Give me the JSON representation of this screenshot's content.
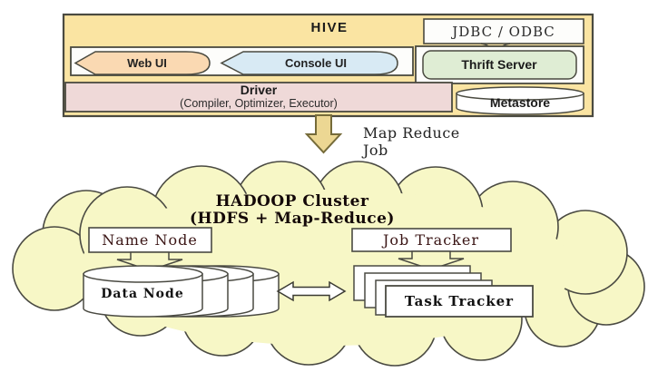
{
  "diagram": {
    "hive": {
      "title": "HIVE",
      "jdbc_odbc": "JDBC / ODBC",
      "web_ui": "Web UI",
      "console_ui": "Console UI",
      "thrift_server": "Thrift Server",
      "driver": "Driver",
      "driver_components": "(Compiler, Optimizer, Executor)",
      "metastore": "Metastore"
    },
    "flow": {
      "map_reduce_line1": "Map Reduce",
      "map_reduce_line2": "Job"
    },
    "hadoop": {
      "title": "HADOOP Cluster",
      "subtitle": "(HDFS + Map-Reduce)",
      "name_node": "Name Node",
      "data_node": "Data Node",
      "job_tracker": "Job Tracker",
      "task_tracker": "Task Tracker"
    },
    "colors": {
      "hive_box_fill": "#FAE4A2",
      "white_panel_fill": "#FDFDFB",
      "web_ui_fill": "#FAD9B2",
      "console_ui_fill": "#D8EAF4",
      "thrift_fill": "#DFEDD4",
      "driver_fill": "#EFD9D8",
      "flow_arrow_fill": "#ECD793",
      "cloud_fill": "#F7F7C6",
      "outline": "#4A4A40"
    }
  }
}
